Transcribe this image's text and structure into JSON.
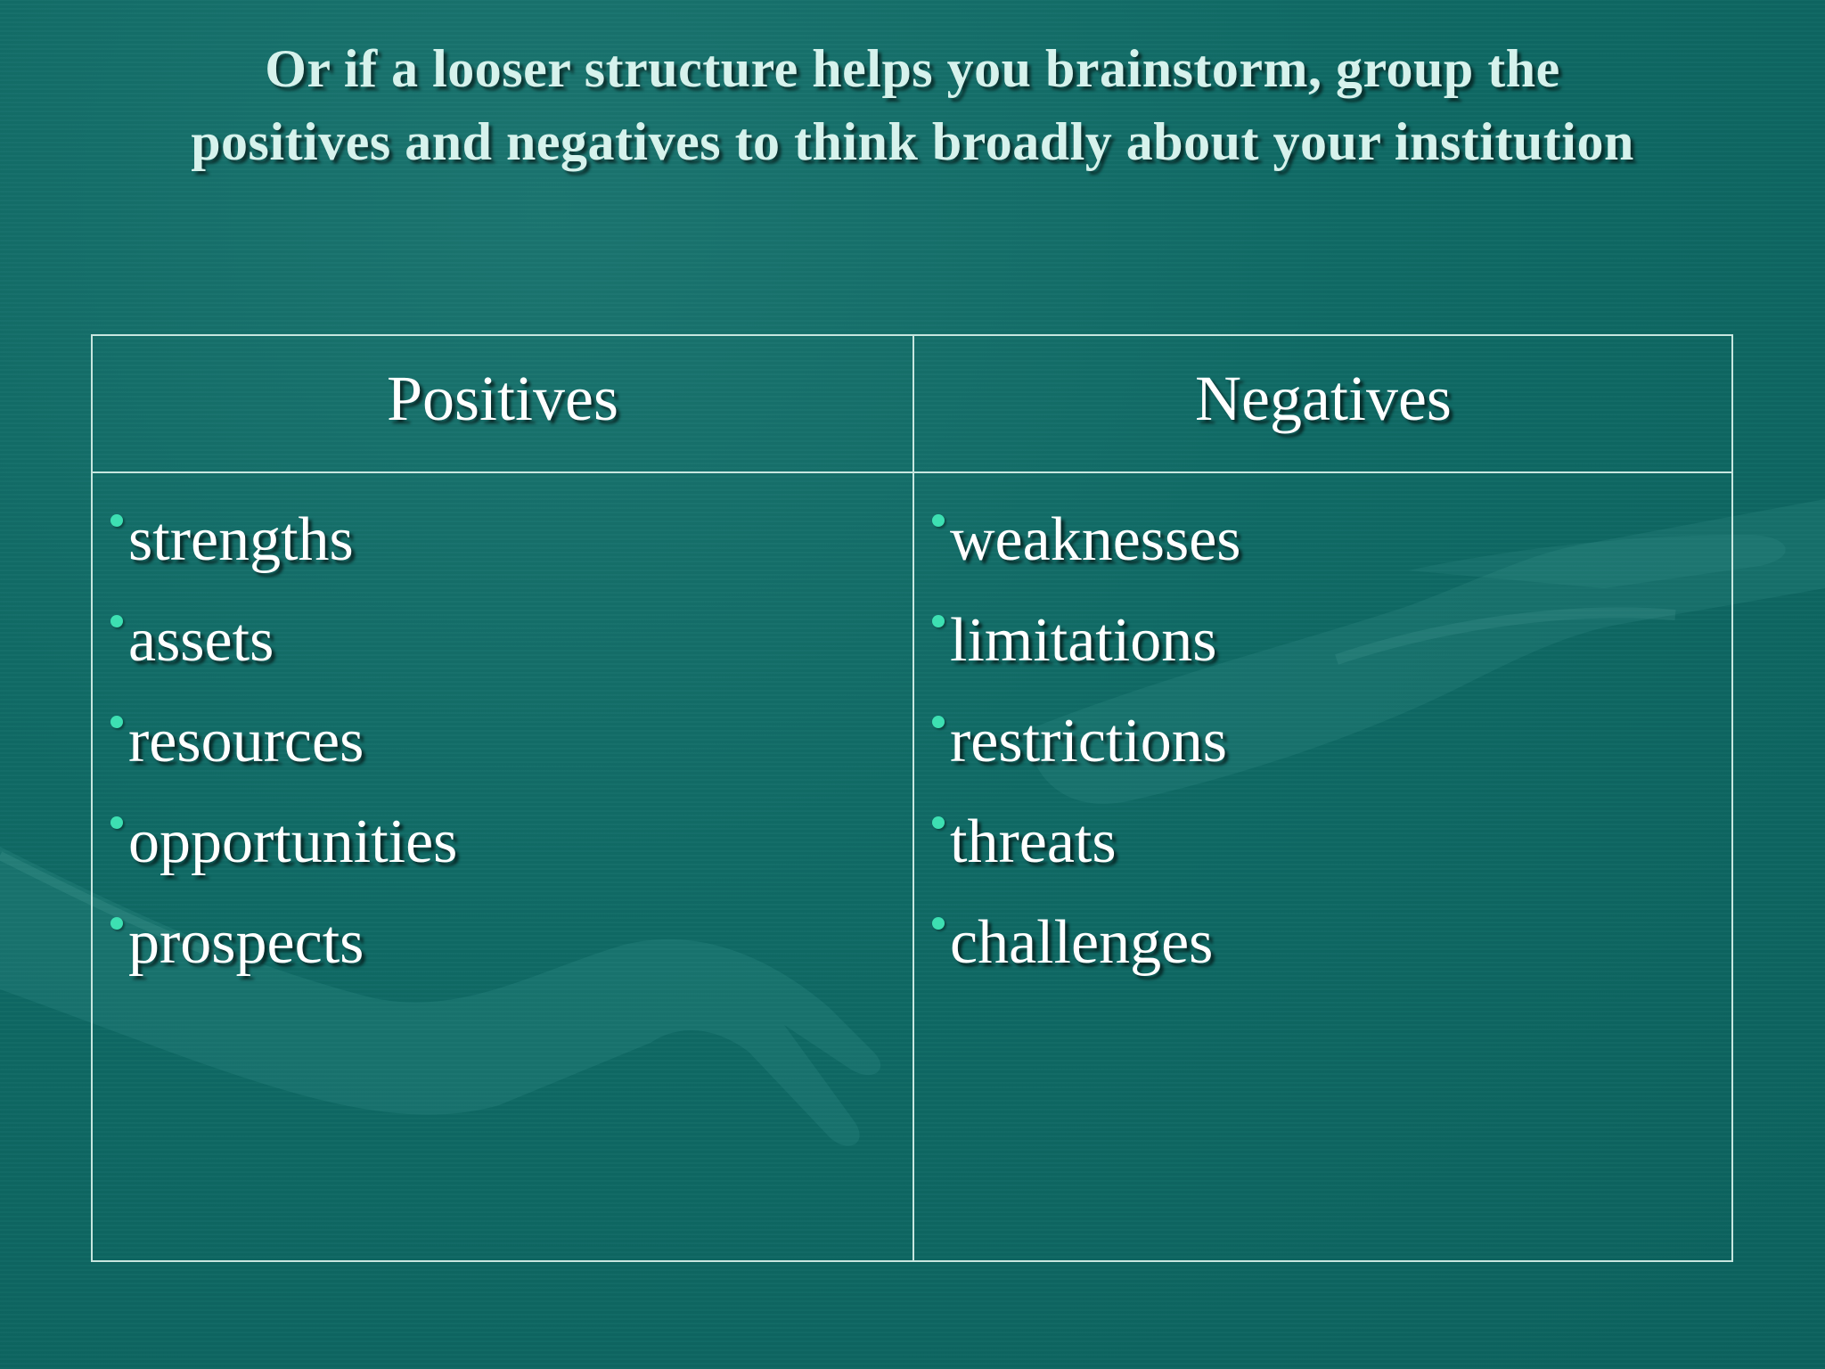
{
  "slide": {
    "title_line1": "Or if a looser structure helps you brainstorm, group the",
    "title_line2": "positives and negatives to think broadly about your institution"
  },
  "table": {
    "headers": [
      "Positives",
      "Negatives"
    ],
    "positives": [
      "strengths",
      "assets",
      "resources",
      "opportunities",
      "prospects"
    ],
    "negatives": [
      "weaknesses",
      "limitations",
      "restrictions",
      "threats",
      "challenges"
    ]
  },
  "colors": {
    "background": "#116a66",
    "title_text": "#d6f2ec",
    "bullet": "#3de0b2",
    "grid_lines": "#c7e6df"
  }
}
